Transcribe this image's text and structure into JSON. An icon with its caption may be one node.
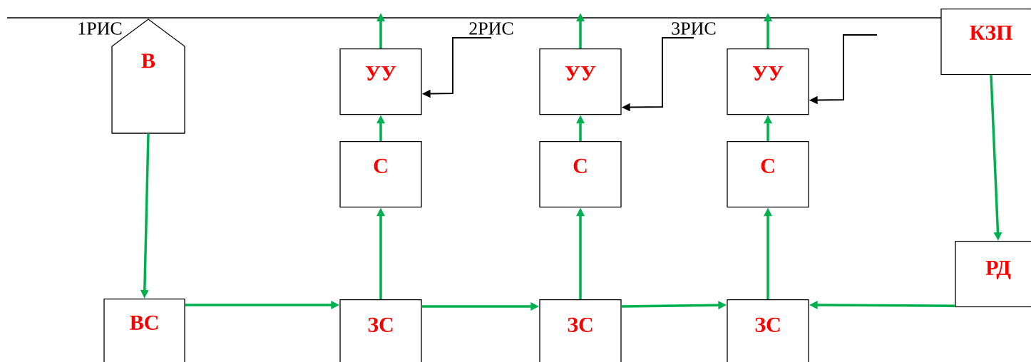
{
  "diagram": {
    "nodes": [
      {
        "text": [
          "В"
        ]
      },
      {
        "text": [
          "ВС"
        ]
      },
      {
        "text": [
          "УУ"
        ]
      },
      {
        "text": [
          "С"
        ]
      },
      {
        "text": [
          "ЗС"
        ]
      },
      {
        "text": [
          "УУ"
        ]
      },
      {
        "text": [
          "С"
        ]
      },
      {
        "text": [
          "ЗС"
        ]
      },
      {
        "text": [
          "УУ"
        ]
      },
      {
        "text": [
          "С"
        ]
      },
      {
        "text": [
          "ЗС"
        ]
      },
      {
        "text": [
          "КЗП"
        ]
      },
      {
        "text": [
          "РД"
        ]
      },
      {
        "text": [
          "2РИС"
        ]
      },
      {
        "text": [
          "3РИС"
        ]
      }
    ],
    "edges": [
      {
        "from": 0,
        "to": 1,
        "arrow": "to"
      },
      {
        "from": 1,
        "to": 4,
        "arrow": "to"
      },
      {
        "from": 4,
        "to": 7,
        "arrow": "to"
      },
      {
        "from": 7,
        "to": 10,
        "arrow": "to"
      },
      {
        "from": 12,
        "to": 10,
        "arrow": "to"
      },
      {
        "from": 11,
        "to": 12,
        "arrow": "to"
      },
      {
        "from": 4,
        "to": 3,
        "arrow": "to"
      },
      {
        "from": 3,
        "to": 2,
        "arrow": "to"
      },
      {
        "from": 7,
        "to": 6,
        "arrow": "to"
      },
      {
        "from": 6,
        "to": 5,
        "arrow": "to"
      },
      {
        "from": 10,
        "to": 9,
        "arrow": "to"
      },
      {
        "from": 9,
        "to": 8,
        "arrow": "to"
      },
      {
        "from": 2,
        "to": null,
        "arrow": "to"
      },
      {
        "from": 5,
        "to": null,
        "arrow": "to"
      },
      {
        "from": 8,
        "to": null,
        "arrow": "to"
      },
      {
        "from": 13,
        "to": 2,
        "arrow": "to",
        "color": "#000000"
      },
      {
        "from": 14,
        "to": 5,
        "arrow": "to",
        "color": "#000000"
      },
      {
        "from": null,
        "to": 8,
        "arrow": "to",
        "color": "#000000"
      }
    ],
    "labels": [
      "1РИС"
    ]
  }
}
